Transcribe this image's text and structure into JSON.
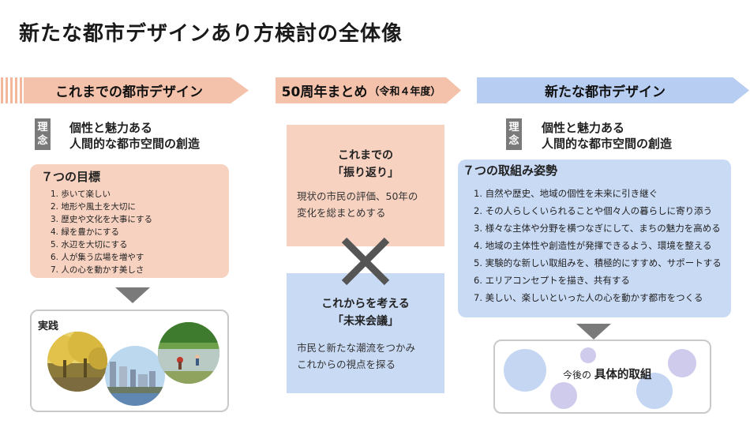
{
  "title": "新たな都市デザインあり方検討の全体像",
  "headers": {
    "left": "これまでの都市デザイン",
    "middle": "50周年まとめ",
    "middle_sub": "（令和４年度）",
    "right": "新たな都市デザイン"
  },
  "philosophy": {
    "badge_top": "理",
    "badge_bottom": "念",
    "line1": "個性と魅力ある",
    "line2": "人間的な都市空間の創造"
  },
  "left_column": {
    "goals_title": "７つの目標",
    "goals": [
      "1. 歩いて楽しい",
      "2. 地形や風土を大切に",
      "3. 歴史や文化を大事にする",
      "4. 緑を豊かにする",
      "5. 水辺を大切にする",
      "6. 人が集う広場を増やす",
      "7. 人の心を動かす美しさ"
    ],
    "practice_label": "実践"
  },
  "middle_column": {
    "review_title_1": "これまでの",
    "review_title_2": "「振り返り」",
    "review_desc_1": "現状の市民の評価、50年の",
    "review_desc_2": "変化を総まとめする",
    "cross_symbol": "×",
    "future_title_1": "これからを考える",
    "future_title_2": "「未来会議」",
    "future_desc_1": "市民と新たな潮流をつかみ",
    "future_desc_2": "これからの視点を探る"
  },
  "right_column": {
    "stance_title": "７つの取組み姿勢",
    "stances": [
      "1. 自然や歴史、地域の個性を未来に引き継ぐ",
      "2. その人らしくいられることや個々人の暮らしに寄り添う",
      "3. 様々な主体や分野を横つなぎにして、まちの魅力を高める",
      "4. 地域の主体性や創造性が発揮できるよう、環境を整える",
      "5. 実験的な新しい取組みを、積極的にすすめ、サポートする",
      "6. エリアコンセプトを描き、共有する",
      "7. 美しい、楽しいといった人の心を動かす都市をつくる"
    ],
    "concrete_prefix": "今後の",
    "concrete_main": "具体的取組"
  },
  "colors": {
    "salmon": "#f4c2aa",
    "salmon_light": "#f7d2c1",
    "blue": "#b7cdf2",
    "blue_light": "#c9daf5",
    "gray": "#7a7a7a"
  }
}
